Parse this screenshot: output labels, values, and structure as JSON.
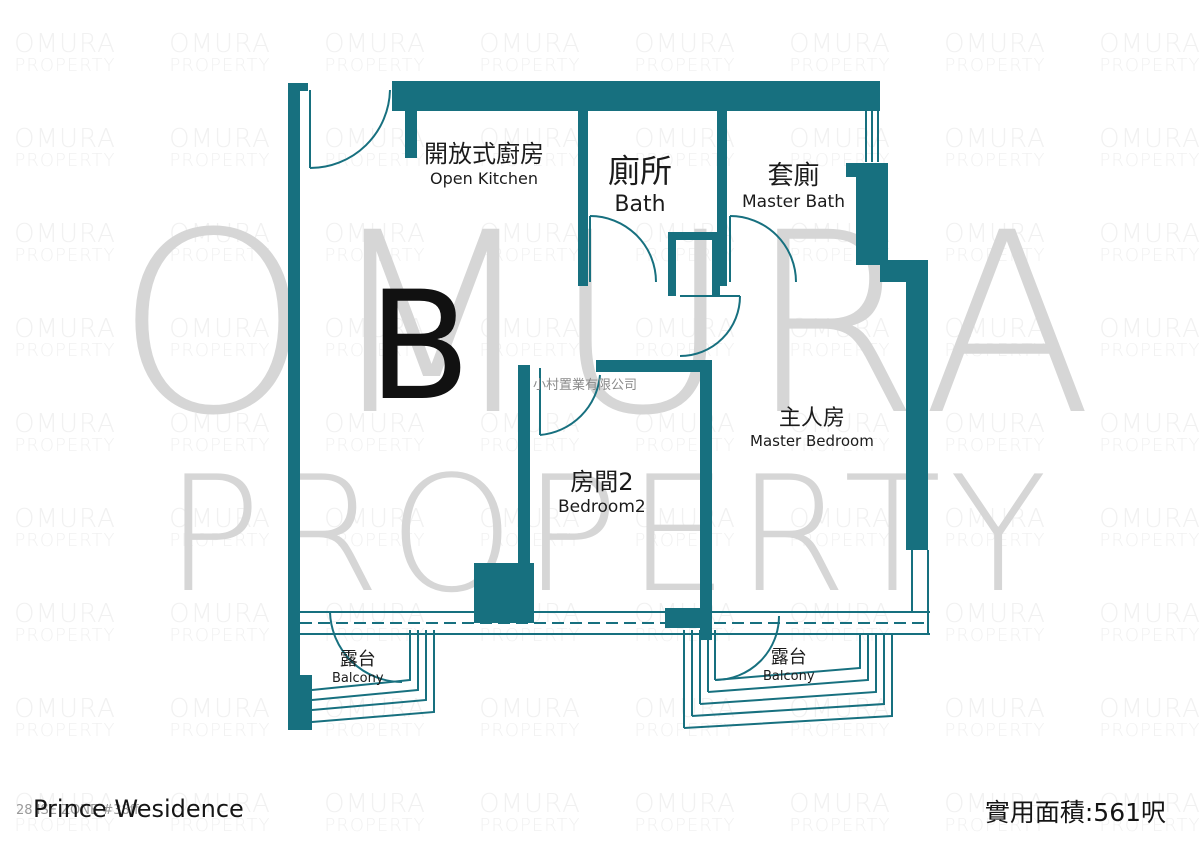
{
  "watermark": {
    "brand_line1": "OMURA",
    "brand_line2": "PROPERTY",
    "big_line1": "OMURA",
    "big_line2": "PROPERTY",
    "company_cn": "小村置業有限公司",
    "license": "28 ISE ZONE #38ff"
  },
  "unit": {
    "letter": "B"
  },
  "rooms": {
    "kitchen": {
      "zh": "開放式廚房",
      "en": "Open Kitchen"
    },
    "bath": {
      "zh": "廁所",
      "en": "Bath"
    },
    "master_bath": {
      "zh": "套廁",
      "en": "Master Bath"
    },
    "master_bedroom": {
      "zh": "主人房",
      "en": "Master Bedroom"
    },
    "bedroom2": {
      "zh": "房間2",
      "en": "Bedroom2"
    },
    "balcony_left": {
      "zh": "露台",
      "en": "Balcony"
    },
    "balcony_right": {
      "zh": "露台",
      "en": "Balcony"
    }
  },
  "footer": {
    "project": "Prince Wesidence",
    "saleable_area": "實用面積:561呎"
  },
  "colors": {
    "wall": "#17707f",
    "watermark_big": "#d6d6d6",
    "watermark_small": "#f1f1f1",
    "text": "#1b1b1b"
  }
}
